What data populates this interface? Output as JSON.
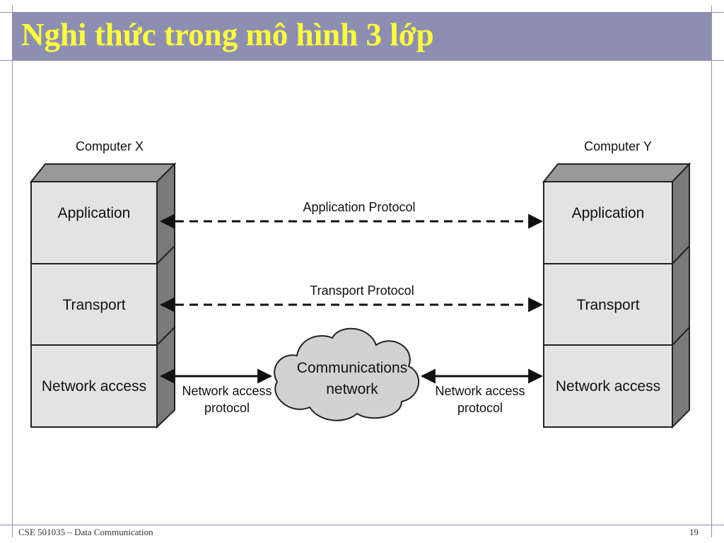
{
  "slide": {
    "title": "Nghi thức trong mô hình 3 lớp",
    "footer": "CSE 501035 – Data Communication",
    "page_number": "19"
  },
  "diagram": {
    "computer_x": {
      "label": "Computer X",
      "layers": [
        "Application",
        "Transport",
        "Network access"
      ]
    },
    "computer_y": {
      "label": "Computer Y",
      "layers": [
        "Application",
        "Transport",
        "Network access"
      ]
    },
    "cloud_label_line1": "Communications",
    "cloud_label_line2": "network",
    "application_protocol": "Application Protocol",
    "transport_protocol": "Transport Protocol",
    "net_access_left_line1": "Network access",
    "net_access_left_line2": "protocol",
    "net_access_right_line1": "Network access",
    "net_access_right_line2": "protocol"
  },
  "colors": {
    "title_bg": "#8d8fb2",
    "title_text": "#ffff3a",
    "box_face": "#e3e3e3",
    "box_top": "#9a9a9a",
    "box_side": "#7a7a7a",
    "cloud_fill": "#d2d2d2"
  }
}
